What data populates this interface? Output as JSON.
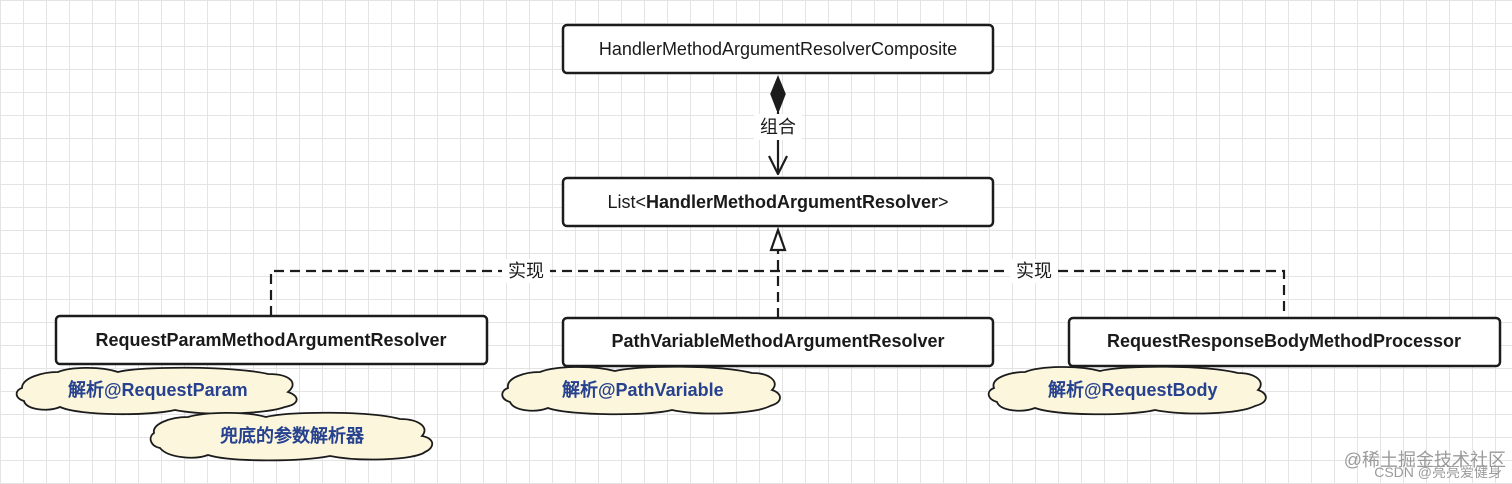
{
  "nodes": {
    "composite": "HandlerMethodArgumentResolverComposite",
    "list_prefix": "List<",
    "list_bold": "HandlerMethodArgumentResolver",
    "list_suffix": ">",
    "request_param_resolver": "RequestParamMethodArgumentResolver",
    "path_variable_resolver": "PathVariableMethodArgumentResolver",
    "request_response_body_processor": "RequestResponseBodyMethodProcessor"
  },
  "edge_labels": {
    "composition": "组合",
    "implements_left": "实现",
    "implements_right": "实现"
  },
  "notes": {
    "request_param": "解析@RequestParam",
    "fallback": "兜底的参数解析器",
    "path_variable": "解析@PathVariable",
    "request_body": "解析@RequestBody"
  },
  "watermark": {
    "juejin": "@稀土掘金技术社区",
    "csdn": "CSDN @亮亮爱健身"
  }
}
